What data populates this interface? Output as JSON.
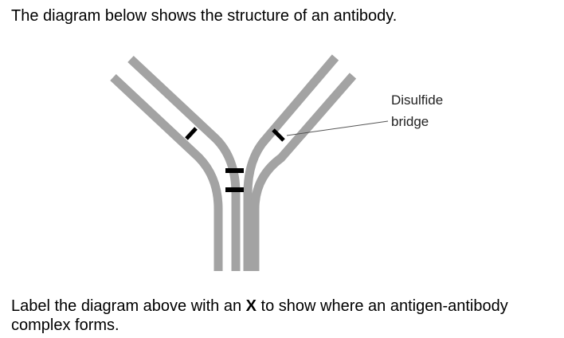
{
  "intro_text": "The diagram below shows the structure of an antibody.",
  "diagram": {
    "label_line1": "Disulfide",
    "label_line2": "bridge",
    "chain_color": "#a3a3a3",
    "bridge_color": "#000000"
  },
  "instruction": {
    "part1": "Label the diagram above with an ",
    "mark": "X",
    "part2": " to show where an antigen-antibody complex forms."
  }
}
